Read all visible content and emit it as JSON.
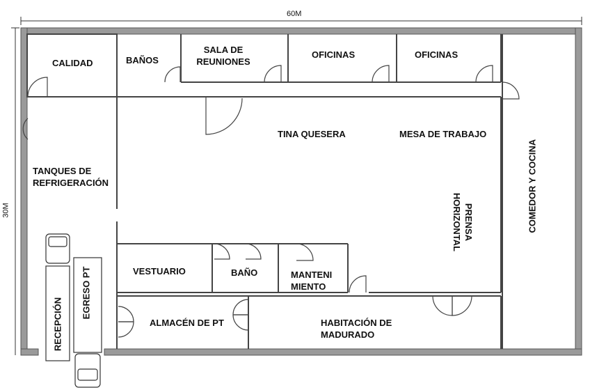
{
  "dimensions": {
    "width_label": "60M",
    "height_label": "30M"
  },
  "rooms": {
    "calidad": "CALIDAD",
    "banos": "BAÑOS",
    "sala_line1": "SALA DE",
    "sala_line2": "REUNIONES",
    "oficinas_1": "OFICINAS",
    "oficinas_2": "OFICINAS",
    "tina_quesera": "TINA QUESERA",
    "mesa_trabajo": "MESA DE TRABAJO",
    "tanques_line1": "TANQUES DE",
    "tanques_line2": "REFRIGERACIÓN",
    "prensa_line1": "PRENSA",
    "prensa_line2": "HORIZONTAL",
    "comedor": "COMEDOR Y COCINA",
    "vestuario": "VESTUARIO",
    "bano": "BAÑO",
    "manteni_line1": "MANTENI",
    "manteni_line2": "MIENTO",
    "almacen": "ALMACÉN DE PT",
    "habitacion_line1": "HABITACIÓN DE",
    "habitacion_line2": "MADURADO",
    "recepcion": "RECEPCIÓN",
    "egreso": "EGRESO PT"
  }
}
